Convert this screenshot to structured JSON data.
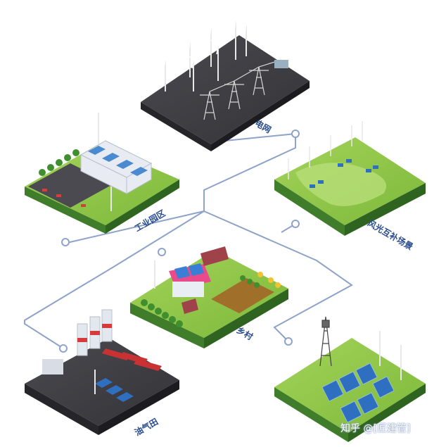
{
  "labels": {
    "grid": "电网",
    "industrial": "工业园区",
    "wind_solar": "风光互补场景",
    "village": "乡村",
    "oilfield": "油气田",
    "watermark": "知乎 @[匠建管]"
  },
  "colors": {
    "connector": "#8ea3c9",
    "label": "#2a4d8f",
    "grass_top": "#8cc63f",
    "grass_side": "#3f7d2a",
    "asphalt": "#3b3b3f",
    "asphalt_side": "#26262a",
    "panel": "#2f6fc0"
  }
}
